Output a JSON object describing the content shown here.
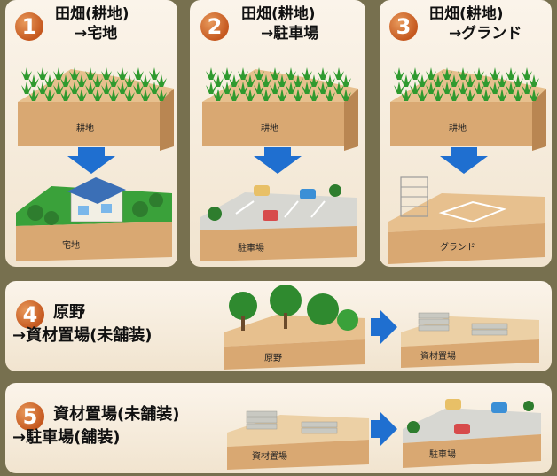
{
  "panels": [
    {
      "num": "1",
      "line1": "田畑(耕地)",
      "line2": "→宅地",
      "top_label": "耕地",
      "bottom_label": "宅地"
    },
    {
      "num": "2",
      "line1": "田畑(耕地)",
      "line2": "→駐車場",
      "top_label": "耕地",
      "bottom_label": "駐車場"
    },
    {
      "num": "3",
      "line1": "田畑(耕地)",
      "line2": "→グランド",
      "top_label": "耕地",
      "bottom_label": "グランド"
    },
    {
      "num": "4",
      "line1": "原野",
      "line2": "→資材置場(未舗装)",
      "left_label": "原野",
      "right_label": "資材置場"
    },
    {
      "num": "5",
      "line1": "資材置場(未舗装)",
      "line2": "→駐車場(舗装)",
      "left_label": "資材置場",
      "right_label": "駐車場"
    }
  ],
  "colors": {
    "background": "#77704f",
    "badge": "#d1662a",
    "arrow": "#1f6fd0",
    "soil": "#d9a872",
    "crop": "#2f9a2f"
  }
}
